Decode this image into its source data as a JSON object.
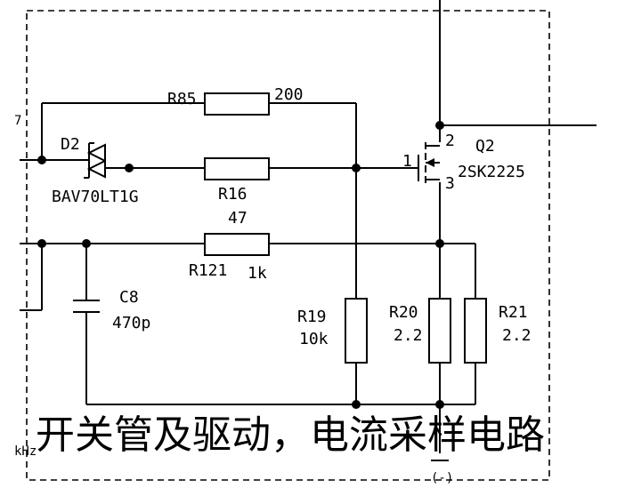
{
  "caption": "开关管及驱动，电流采样电路",
  "edge_fragments": {
    "left_top": "7",
    "left_bottom": "kHz"
  },
  "ground_label": "(-)",
  "components": {
    "r85": {
      "ref": "R85",
      "value": "200"
    },
    "d2": {
      "ref": "D2",
      "part": "BAV70LT1G"
    },
    "r16": {
      "ref": "R16",
      "value": "47"
    },
    "q2": {
      "ref": "Q2",
      "part": "2SK2225",
      "pin_gate": "1",
      "pin_drain": "2",
      "pin_source": "3"
    },
    "r121": {
      "ref": "R121",
      "value": "1k"
    },
    "c8": {
      "ref": "C8",
      "value": "470p"
    },
    "r19": {
      "ref": "R19",
      "value": "10k"
    },
    "r20": {
      "ref": "R20",
      "value": "2.2"
    },
    "r21": {
      "ref": "R21",
      "value": "2.2"
    }
  }
}
